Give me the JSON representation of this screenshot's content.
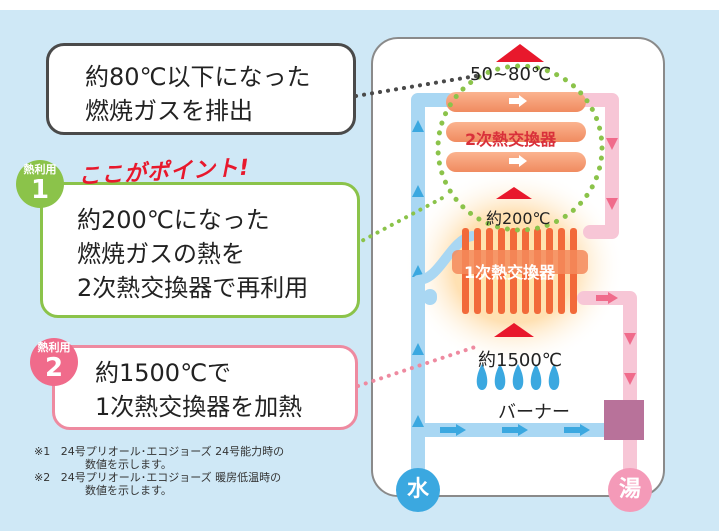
{
  "callouts": {
    "exhaust": {
      "line1": "約80℃以下になった",
      "line2": "燃焼ガスを排出"
    },
    "secondary": {
      "line1": "約200℃になった",
      "line2": "燃焼ガスの熱を",
      "line3": "2次熱交換器で再利用"
    },
    "primary": {
      "line1": "約1500℃で",
      "line2": "1次熱交換器を加熱"
    }
  },
  "badges": {
    "one": {
      "tag": "熱利用",
      "number": "1"
    },
    "two": {
      "tag": "熱利用",
      "number": "2"
    }
  },
  "highlight": "ここがポイント!",
  "diagram": {
    "exhaust_temp": "50~80℃",
    "secondary_temp": "約200℃",
    "burner_temp": "約1500℃",
    "secondary_hx": "2次熱交換器",
    "primary_hx": "1次熱交換器",
    "burner": "バーナー",
    "water": "水",
    "hot_water": "湯"
  },
  "notes": [
    {
      "mark": "※1",
      "line1": "24号プリオール･エコジョーズ 24号能力時の",
      "line2": "数値を示します。"
    },
    {
      "mark": "※2",
      "line1": "24号プリオール･エコジョーズ 暖房低温時の",
      "line2": "数値を示します。"
    }
  ],
  "colors": {
    "background": "#cfe8f6",
    "cold_pipe": "#a9d7f3",
    "hot_pipe": "#f7c6d6",
    "accent_red": "#e8182c",
    "green": "#8bc34a",
    "pink": "#f06b8b"
  }
}
